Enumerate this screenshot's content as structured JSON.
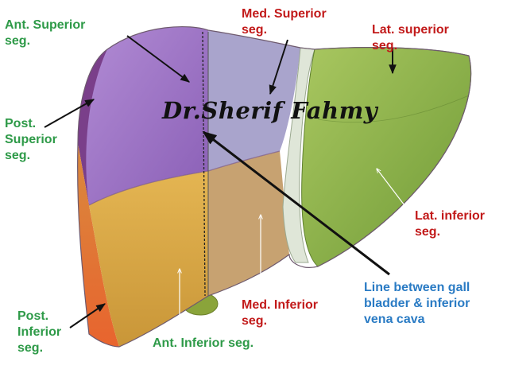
{
  "labels": {
    "ant_superior": "Ant. Superior\nseg.",
    "post_superior": "Post.\nSuperior\nseg.",
    "post_inferior": "Post.\nInferior\nseg.",
    "med_superior": "Med. Superior\nseg.",
    "lat_superior": "Lat. superior\nseg.",
    "lat_inferior": "Lat. inferior\nseg.",
    "med_inferior": "Med. Inferior\nseg.",
    "ant_inferior": "Ant. Inferior seg.",
    "gallbladder_line": "Line between gall\nbladder & inferior\nvena cava"
  },
  "watermark": "Dr.Sherif Fahmy",
  "colors": {
    "green_label": "#2e9a48",
    "red_label": "#c21a1a",
    "blue_label": "#2a7bc4",
    "ant_superior_segment": "#9a6fc2",
    "post_superior_segment": "#7a3f8a",
    "post_inferior_segment": "#e0733a",
    "ant_inferior_segment": "#d9a640",
    "med_superior_segment": "#a9a4cc",
    "med_inferior_segment": "#c7a271",
    "lateral_lobe": "#8fb54c"
  }
}
